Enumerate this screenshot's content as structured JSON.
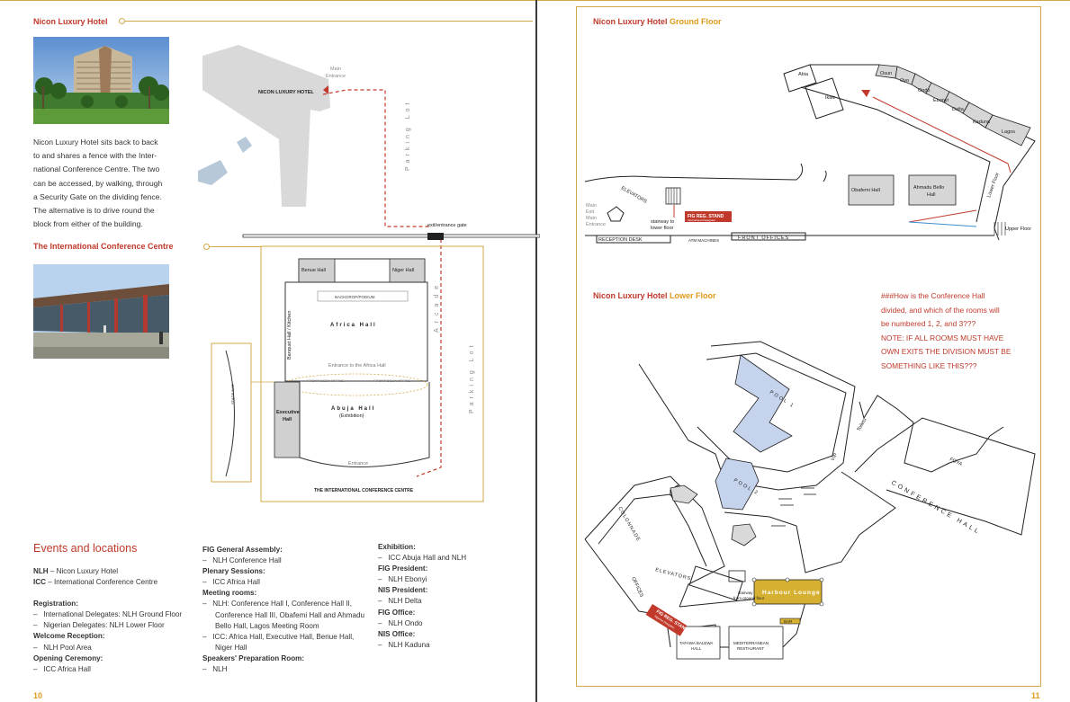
{
  "left": {
    "hotel_title": "Nicon Luxury Hotel",
    "hotel_text": [
      "Nicon Luxury Hotel sits back to back",
      "to and shares a fence with the Inter-",
      "national Conference Centre. The two",
      "can be accessed, by walking, through",
      "a Security Gate on the dividing fence.",
      "The alternative is to drive round the",
      "block from either of the building."
    ],
    "icc_title": "The International Conference Centre",
    "site_map": {
      "hotel_label": "NICON LUXURY HOTEL",
      "main_entrance": [
        "Main",
        "Entrance"
      ],
      "parking_top": "Parking Lot",
      "exit_gate": "exit/entrance gate",
      "benue_hall": "Benue Hall",
      "niger_hall": "Niger Hall",
      "backdrop": "BACKDROP/PODIUM",
      "africa_hall": "Africa Hall",
      "banquet_hall": "Banquet Hall / Kitchen",
      "entrance_africa": "Entrance to the Africa Hall",
      "front_desk_left": "FRONT DESK OFFICE",
      "front_desk_right": "FRONT DESK OFFICE",
      "abuja_hall": "Abuja Hall",
      "exhibition": "(Exhibition)",
      "executive_hall": [
        "Executive",
        "Hall"
      ],
      "arcade": "Arcade",
      "parking_right": "Parking Lot",
      "entrance": "Entrance",
      "icc_label": "THE INTERNATIONAL CONFERENCE CENTRE",
      "stage_label": "STAGE BAR"
    },
    "events_title": "Events and locations",
    "col1": {
      "abbr": [
        {
          "key": "NLH",
          "text": " – Nicon Luxury Hotel"
        },
        {
          "key": "ICC",
          "text": " – International Conference Centre"
        }
      ],
      "groups": [
        {
          "head": "Registration:",
          "items": [
            "International Delegates: NLH Ground Floor",
            "Nigerian Delegates: NLH Lower Floor"
          ]
        },
        {
          "head": "Welcome Reception:",
          "items": [
            "NLH Pool Area"
          ]
        },
        {
          "head": "Opening Ceremony:",
          "items": [
            "ICC Africa Hall"
          ]
        }
      ]
    },
    "col2": {
      "groups": [
        {
          "head": "FIG General Assembly:",
          "items": [
            "NLH Conference Hall"
          ]
        },
        {
          "head": "Plenary Sessions:",
          "items": [
            "ICC Africa Hall"
          ]
        },
        {
          "head": "Meeting rooms:",
          "items": [
            "NLH: Conference Hall I, Conference Hall II, Conference Hall III, Obafemi Hall and Ahmadu Bello Hall, Lagos Meeting Room",
            "ICC: Africa Hall, Executive Hall, Benue Hall, Niger Hall"
          ]
        },
        {
          "head": "Speakers' Preparation Room:",
          "items": [
            "NLH"
          ]
        }
      ]
    },
    "col3": {
      "groups": [
        {
          "head": "Exhibition:",
          "items": [
            "ICC Abuja Hall and NLH"
          ]
        },
        {
          "head": "FIG President:",
          "items": [
            "NLH Ebonyi"
          ]
        },
        {
          "head": "NIS President:",
          "items": [
            "NLH Delta"
          ]
        },
        {
          "head": "FIG Office:",
          "items": [
            "NLH Ondo"
          ]
        },
        {
          "head": "NIS Office:",
          "items": [
            "NLH Kaduna"
          ]
        }
      ]
    },
    "page_number": "10"
  },
  "right": {
    "ground_title": "Nicon Luxury Hotel",
    "ground_sub": "Ground Floor",
    "lower_title": "Nicon Luxury Hotel",
    "lower_sub": "Lower Floor",
    "ground_map": {
      "abia": "Abia",
      "ikale": "Ikale",
      "rooms": [
        "Osun",
        "Oyo",
        "Ondo",
        "Ebonyi",
        "Delta",
        "Kaduna",
        "Lagos"
      ],
      "obafemi": "Obafemi Hall",
      "ahmadu": [
        "Ahmadu Bello",
        "Hall"
      ],
      "elevators": "ELEVATORS",
      "main_exit": [
        "Main",
        "Exit",
        "Main",
        "Entrance"
      ],
      "stairway": [
        "stairway to",
        "lower floor"
      ],
      "fig_stand": "FIG REG. STAND",
      "fig_stand_sub": "International Delegates",
      "reception": "RECEPTION DESK",
      "atm": "ATM MACHINES",
      "front_offices": "FRONT OFFICES",
      "upper_floor": "Upper Floor",
      "lower_floor": "Lower Floor"
    },
    "note": [
      "###How is the Conference Hall",
      "divided, and which of the rooms will",
      "be numbered 1, 2, and 3???",
      "NOTE: IF ALL ROOMS MUST HAVE",
      "OWN EXITS THE DIVISION MUST BE",
      "SOMETHING LIKE THIS???"
    ],
    "lower_map": {
      "pool1": "POOL 1",
      "pool2": "POOL 2",
      "toilets": "Toilets",
      "vip": "VIP",
      "foya": "FOYA",
      "conference_hall": "CONFERENCE HALL",
      "colonnade": "COLONNADE",
      "offices": "OFFICES",
      "elevators": "ELEVATORS",
      "harbour_lounge": "Harbour Lounge",
      "stairway": [
        "stairway",
        "from ground floor"
      ],
      "bar": "BAR",
      "fig_stand": "FIG REG. STAND",
      "fig_stand_sub": "Nigerian Delegates",
      "tafawa": [
        "TAFAWA BALEWA",
        "HALL"
      ],
      "mediterranean": [
        "MEDITERRANEAN",
        "RESTAURANT"
      ]
    },
    "page_number": "11"
  },
  "colors": {
    "accent": "#c0392b",
    "gold": "#d4a84a",
    "orange": "#e09a1a",
    "pool": "#c5d3ec",
    "lounge": "#d6b030"
  }
}
